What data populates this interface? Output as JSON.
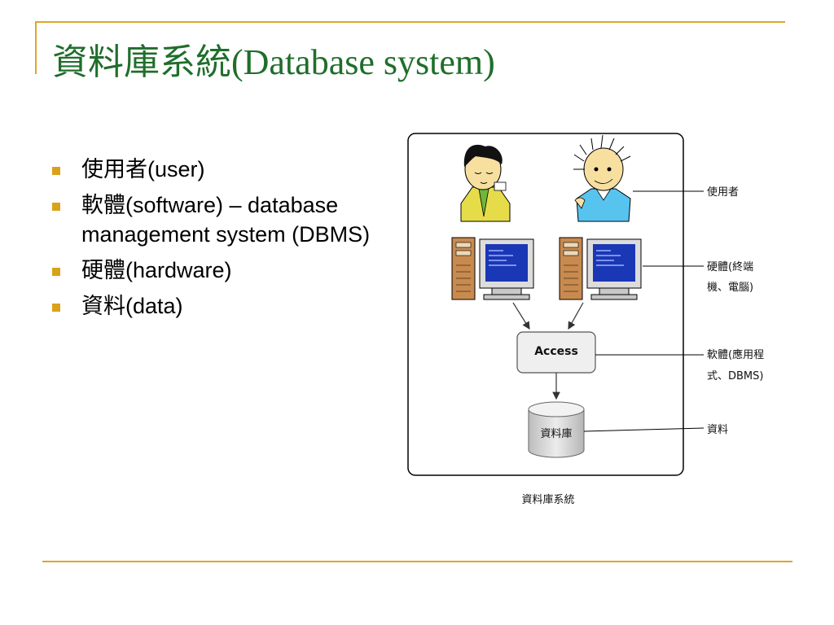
{
  "slide": {
    "title": "資料庫系統(Database system)",
    "bullets": [
      "使用者(user)",
      "軟體(software) – database management system (DBMS)",
      "硬體(hardware)",
      "資料(data)"
    ]
  },
  "diagram": {
    "center_box": "Access",
    "cylinder": "資料庫",
    "caption": "資料庫系統",
    "labels": {
      "users": "使用者",
      "hardware_1": "硬體(終端",
      "hardware_2": "機、電腦)",
      "software_1": "軟體(應用程",
      "software_2": "式、DBMS)",
      "data": "資料"
    }
  },
  "colors": {
    "title": "#1f6e2b",
    "accent": "#e0a52a",
    "bullet_marker": "#d9a21b"
  }
}
